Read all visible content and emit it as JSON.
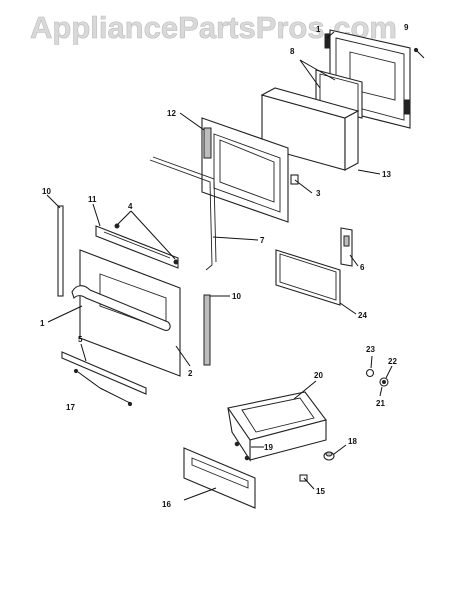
{
  "watermark": "AppliancePartsPros.com",
  "callouts": {
    "p1a": "1",
    "p1b": "1",
    "p2": "2",
    "p3": "3",
    "p4": "4",
    "p5": "5",
    "p6": "6",
    "p7": "7",
    "p8": "8",
    "p9": "9",
    "p10a": "10",
    "p10b": "10",
    "p11": "11",
    "p12": "12",
    "p13": "13",
    "p15": "15",
    "p16": "16",
    "p17": "17",
    "p18": "18",
    "p19": "19",
    "p20": "20",
    "p21": "21",
    "p22": "22",
    "p23": "23",
    "p24": "24"
  }
}
